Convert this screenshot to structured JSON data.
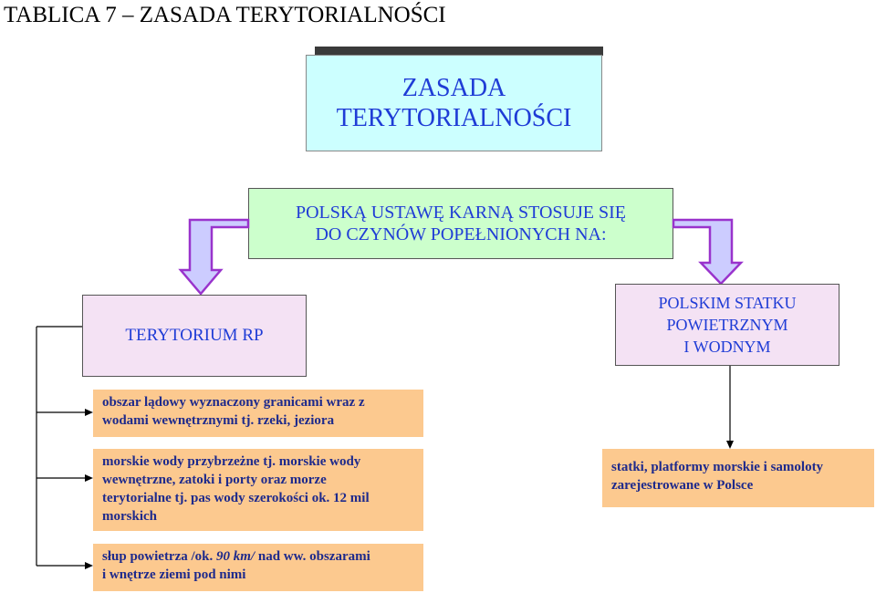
{
  "title": "TABLICA 7 – ZASADA TERYTORIALNOŚCI",
  "main": {
    "line1": "ZASADA",
    "line2": "TERYTORIALNOŚCI"
  },
  "rule": {
    "line1": "POLSKĄ USTAWĘ KARNĄ STOSUJE SIĘ",
    "line2": "DO CZYNÓW POPEŁNIONYCH NA:"
  },
  "territory": {
    "label": "TERYTORIUM RP"
  },
  "ships": {
    "line1": "POLSKIM STATKU",
    "line2": "POWIETRZNYM",
    "line3": "I WODNYM"
  },
  "notes": {
    "land": [
      "obszar lądowy wyznaczony granicami wraz z",
      "wodami wewnętrznymi tj. rzeki, jeziora"
    ],
    "sea": [
      "morskie wody przybrzeżne tj. morskie wody",
      "wewnętrzne, zatoki i porty oraz morze",
      "terytorialne tj. pas wody szerokości ok. 12 mil",
      "morskich"
    ],
    "air_part1": "słup powietrza /ok. ",
    "air_italic": "90 km/",
    "air_part2": " nad ww. obszarami",
    "air_line2": "i wnętrze ziemi pod nimi",
    "ships": [
      "statki, platformy morskie i samoloty",
      "zarejestrowane w Polsce"
    ]
  },
  "colors": {
    "text_blue": "#1f3cd6",
    "main_box": "#ccffff",
    "rule_box": "#ccffcc",
    "category_box": "#f4e2f4",
    "note_box": "#fcc98f",
    "arrow_fill": "#ccccff",
    "arrow_stroke": "#9933cc"
  }
}
